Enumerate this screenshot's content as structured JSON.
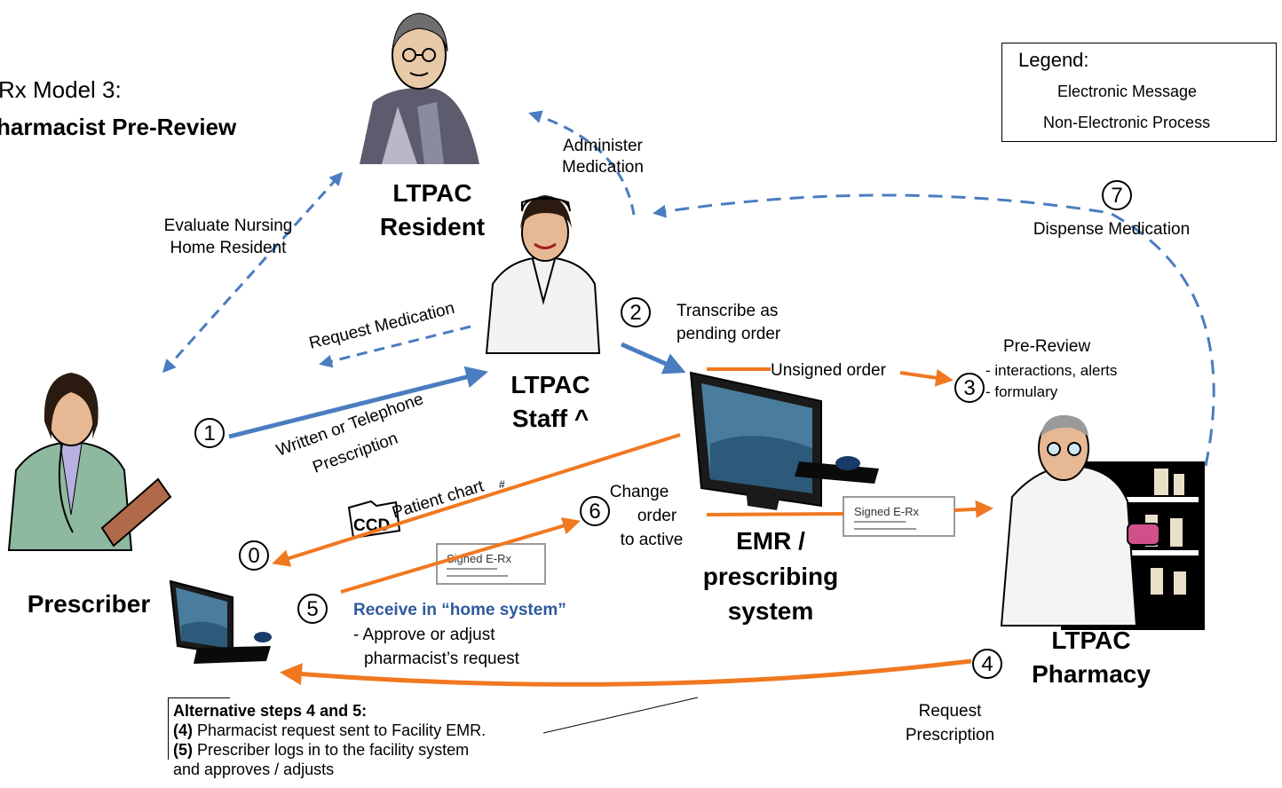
{
  "title": {
    "line1": "Rx Model 3:",
    "line2": "harmacist Pre-Review"
  },
  "legend": {
    "heading": "Legend:",
    "electronic": "Electronic Message",
    "non_electronic": "Non-Electronic Process",
    "colors": {
      "electronic": "#f07820",
      "non_electronic": "#4a7cc0"
    }
  },
  "nodes": {
    "resident": [
      "LTPAC",
      "Resident"
    ],
    "staff": [
      "LTPAC",
      "Staff ^"
    ],
    "prescriber": "Prescriber",
    "emr": [
      "EMR /",
      "prescribing",
      "system"
    ],
    "pharmacy": [
      "LTPAC",
      "Pharmacy"
    ]
  },
  "edge_labels": {
    "evaluate": [
      "Evaluate Nursing",
      "Home Resident"
    ],
    "administer": [
      "Administer",
      "Medication"
    ],
    "dispense": "Dispense Medication",
    "request_medication": "Request Medication",
    "written_rx": [
      "Written or Telephone",
      "Prescription"
    ],
    "transcribe": [
      "Transcribe as",
      "pending order"
    ],
    "unsigned_order": "Unsigned order",
    "pre_review": [
      "Pre-Review",
      "- interactions, alerts",
      "- formulary"
    ],
    "patient_chart": "Patient chart",
    "patient_chart_mark": "#",
    "ccd": "CCD",
    "change_order": [
      "Change",
      "order",
      "to active"
    ],
    "signed_erx": "Signed E-Rx",
    "receive_home": "Receive in “home system”",
    "approve": [
      "- Approve or adjust",
      "pharmacist’s request"
    ],
    "request_prescription": [
      "Request",
      "Prescription"
    ]
  },
  "steps": [
    "0",
    "1",
    "2",
    "3",
    "4",
    "5",
    "6",
    "7"
  ],
  "alternative": {
    "heading": "Alternative steps 4 and 5:",
    "line1_num": "(4)",
    "line1_text": " Pharmacist request sent to Facility EMR.",
    "line2_num": "(5)",
    "line2_text": " Prescriber logs in to the facility system",
    "line3_text": "and approves / adjusts"
  }
}
